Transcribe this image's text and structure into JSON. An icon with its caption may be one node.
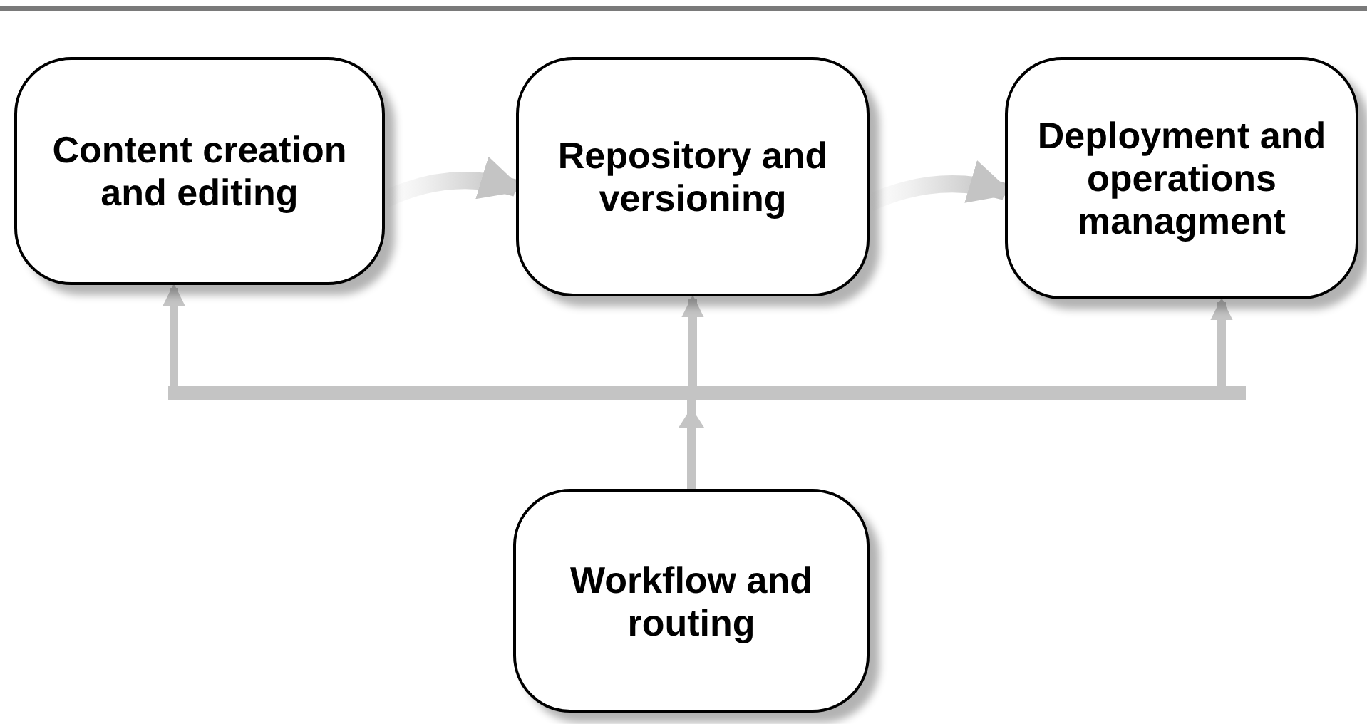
{
  "diagram": {
    "nodes": [
      {
        "text": [
          "Content creation and editing"
        ]
      },
      {
        "text": [
          "Repository and versioning"
        ]
      },
      {
        "text": [
          "Deployment and operations managment"
        ]
      },
      {
        "text": [
          "Workflow and routing"
        ]
      }
    ],
    "edges": [
      {
        "from": 0,
        "to": 1,
        "arrow": "to"
      },
      {
        "from": 1,
        "to": 2,
        "arrow": "to"
      },
      {
        "from": 3,
        "to": 0,
        "arrow": "to"
      },
      {
        "from": 3,
        "to": 1,
        "arrow": "to"
      },
      {
        "from": 3,
        "to": 2,
        "arrow": "to"
      }
    ]
  }
}
